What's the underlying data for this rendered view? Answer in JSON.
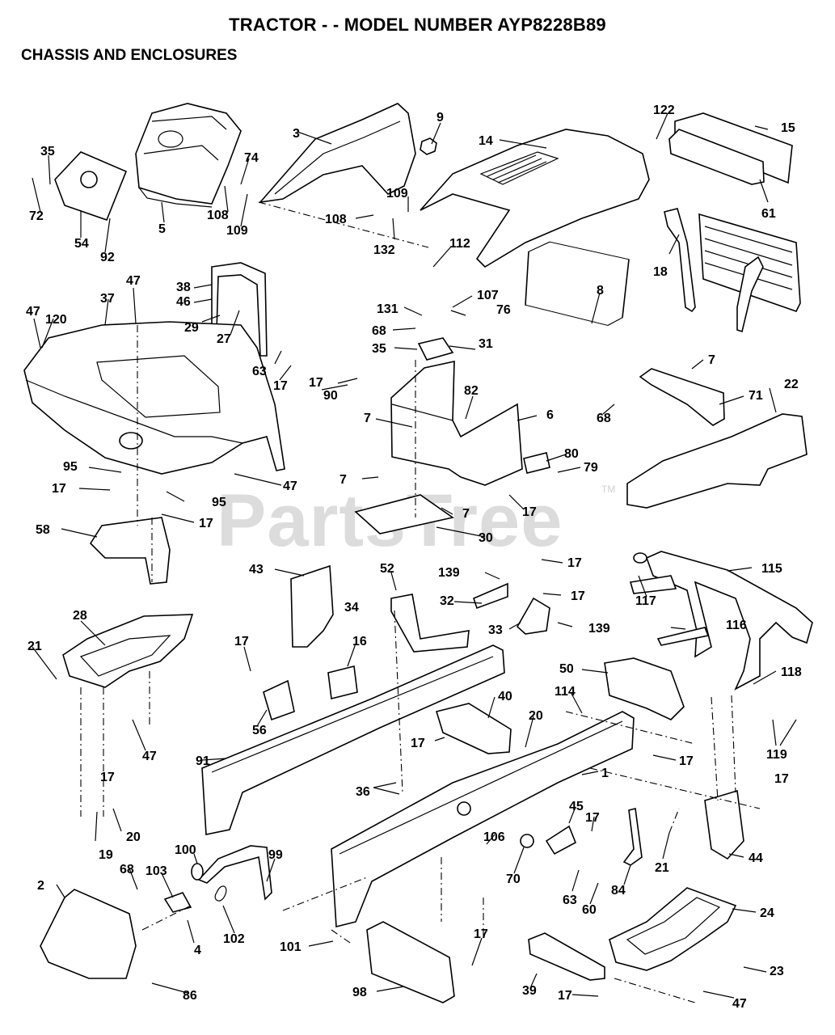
{
  "title": "TRACTOR - - MODEL NUMBER AYP8228B89",
  "subtitle": "CHASSIS AND ENCLOSURES",
  "watermark": "PartsTree",
  "watermark_tm": "TM",
  "callouts": [
    {
      "id": "c3",
      "text": "3"
    },
    {
      "id": "c9",
      "text": "9"
    },
    {
      "id": "c14",
      "text": "14"
    },
    {
      "id": "c122",
      "text": "122"
    },
    {
      "id": "c15",
      "text": "15"
    },
    {
      "id": "c35a",
      "text": "35"
    },
    {
      "id": "c74",
      "text": "74"
    },
    {
      "id": "c72",
      "text": "72"
    },
    {
      "id": "c54",
      "text": "54"
    },
    {
      "id": "c92",
      "text": "92"
    },
    {
      "id": "c5",
      "text": "5"
    },
    {
      "id": "c108a",
      "text": "108"
    },
    {
      "id": "c109a",
      "text": "109"
    },
    {
      "id": "c108b",
      "text": "108"
    },
    {
      "id": "c109b",
      "text": "109"
    },
    {
      "id": "c132",
      "text": "132"
    },
    {
      "id": "c112",
      "text": "112"
    },
    {
      "id": "c61",
      "text": "61"
    },
    {
      "id": "c18",
      "text": "18"
    },
    {
      "id": "c47a",
      "text": "47"
    },
    {
      "id": "c37",
      "text": "37"
    },
    {
      "id": "c38",
      "text": "38"
    },
    {
      "id": "c46",
      "text": "46"
    },
    {
      "id": "c29",
      "text": "29"
    },
    {
      "id": "c27",
      "text": "27"
    },
    {
      "id": "c47b",
      "text": "47"
    },
    {
      "id": "c120",
      "text": "120"
    },
    {
      "id": "c107",
      "text": "107"
    },
    {
      "id": "c131",
      "text": "131"
    },
    {
      "id": "c76",
      "text": "76"
    },
    {
      "id": "c8",
      "text": "8"
    },
    {
      "id": "c68a",
      "text": "68"
    },
    {
      "id": "c35b",
      "text": "35"
    },
    {
      "id": "c31",
      "text": "31"
    },
    {
      "id": "c63a",
      "text": "63"
    },
    {
      "id": "c17a",
      "text": "17"
    },
    {
      "id": "c17b",
      "text": "17"
    },
    {
      "id": "c90",
      "text": "90"
    },
    {
      "id": "c82",
      "text": "82"
    },
    {
      "id": "c7a",
      "text": "7"
    },
    {
      "id": "c7b",
      "text": "7"
    },
    {
      "id": "c6",
      "text": "6"
    },
    {
      "id": "c68b",
      "text": "68"
    },
    {
      "id": "c71",
      "text": "71"
    },
    {
      "id": "c22",
      "text": "22"
    },
    {
      "id": "c80",
      "text": "80"
    },
    {
      "id": "c79",
      "text": "79"
    },
    {
      "id": "c95a",
      "text": "95"
    },
    {
      "id": "c47c",
      "text": "47"
    },
    {
      "id": "c17c",
      "text": "17"
    },
    {
      "id": "c7c",
      "text": "7"
    },
    {
      "id": "c7d",
      "text": "7"
    },
    {
      "id": "c17d",
      "text": "17"
    },
    {
      "id": "c95b",
      "text": "95"
    },
    {
      "id": "c17e",
      "text": "17"
    },
    {
      "id": "c58",
      "text": "58"
    },
    {
      "id": "c30",
      "text": "30"
    },
    {
      "id": "c43",
      "text": "43"
    },
    {
      "id": "c52",
      "text": "52"
    },
    {
      "id": "c139a",
      "text": "139"
    },
    {
      "id": "c17f",
      "text": "17"
    },
    {
      "id": "c115",
      "text": "115"
    },
    {
      "id": "c34",
      "text": "34"
    },
    {
      "id": "c32",
      "text": "32"
    },
    {
      "id": "c17g",
      "text": "17"
    },
    {
      "id": "c117",
      "text": "117"
    },
    {
      "id": "c28",
      "text": "28"
    },
    {
      "id": "c33",
      "text": "33"
    },
    {
      "id": "c139b",
      "text": "139"
    },
    {
      "id": "c116",
      "text": "116"
    },
    {
      "id": "c21a",
      "text": "21"
    },
    {
      "id": "c17h",
      "text": "17"
    },
    {
      "id": "c16",
      "text": "16"
    },
    {
      "id": "c50",
      "text": "50"
    },
    {
      "id": "c118",
      "text": "118"
    },
    {
      "id": "c114",
      "text": "114"
    },
    {
      "id": "c40",
      "text": "40"
    },
    {
      "id": "c20a",
      "text": "20"
    },
    {
      "id": "c56",
      "text": "56"
    },
    {
      "id": "c47d",
      "text": "47"
    },
    {
      "id": "c17i",
      "text": "17"
    },
    {
      "id": "c17j",
      "text": "17"
    },
    {
      "id": "c119",
      "text": "119"
    },
    {
      "id": "c91",
      "text": "91"
    },
    {
      "id": "c17k",
      "text": "17"
    },
    {
      "id": "c1",
      "text": "1"
    },
    {
      "id": "c17l",
      "text": "17"
    },
    {
      "id": "c36",
      "text": "36"
    },
    {
      "id": "c45",
      "text": "45"
    },
    {
      "id": "c17m",
      "text": "17"
    },
    {
      "id": "c20b",
      "text": "20"
    },
    {
      "id": "c19",
      "text": "19"
    },
    {
      "id": "c106",
      "text": "106"
    },
    {
      "id": "c21b",
      "text": "21"
    },
    {
      "id": "c44",
      "text": "44"
    },
    {
      "id": "c100",
      "text": "100"
    },
    {
      "id": "c99",
      "text": "99"
    },
    {
      "id": "c2",
      "text": "2"
    },
    {
      "id": "c68c",
      "text": "68"
    },
    {
      "id": "c103",
      "text": "103"
    },
    {
      "id": "c70",
      "text": "70"
    },
    {
      "id": "c63b",
      "text": "63"
    },
    {
      "id": "c60",
      "text": "60"
    },
    {
      "id": "c84",
      "text": "84"
    },
    {
      "id": "c24",
      "text": "24"
    },
    {
      "id": "c4",
      "text": "4"
    },
    {
      "id": "c102",
      "text": "102"
    },
    {
      "id": "c101",
      "text": "101"
    },
    {
      "id": "c17n",
      "text": "17"
    },
    {
      "id": "c23",
      "text": "23"
    },
    {
      "id": "c86",
      "text": "86"
    },
    {
      "id": "c98",
      "text": "98"
    },
    {
      "id": "c39",
      "text": "39"
    },
    {
      "id": "c17o",
      "text": "17"
    },
    {
      "id": "c47e",
      "text": "47"
    }
  ]
}
